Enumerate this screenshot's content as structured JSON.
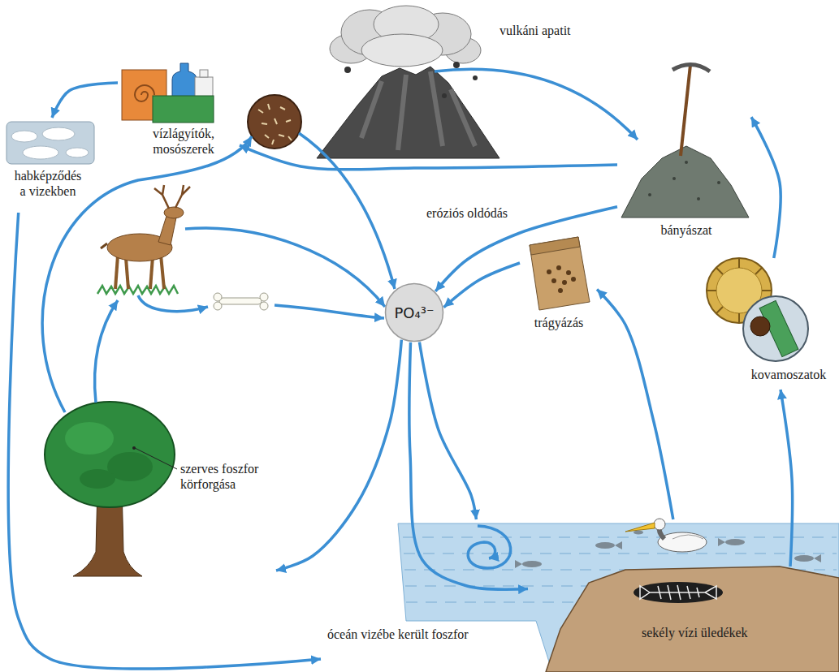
{
  "diagram": {
    "nodes": [
      {
        "text": [
          "vízlágyítók, mosószerek"
        ]
      },
      {
        "text": [
          "habképződés a vizekben"
        ]
      },
      {
        "text": [
          "bányászat"
        ]
      },
      {
        "text": [
          "PO₄³⁻"
        ]
      },
      {
        "text": [
          "trágyázás"
        ]
      },
      {
        "text": [
          "kovamoszatok"
        ]
      },
      {
        "text": [
          "szerves foszfor körforgása"
        ]
      },
      {
        "text": [
          "óceán vizébe került foszfor"
        ]
      },
      {
        "text": [
          "sekély vízi üledékek"
        ],
        "in": 7
      }
    ],
    "edges": [
      {
        "from": 2,
        "to": 0,
        "arrow": "to"
      },
      {
        "from": 0,
        "to": 1,
        "arrow": "to"
      },
      {
        "from": 1,
        "to": 7,
        "arrow": "to"
      },
      {
        "from": 2,
        "to": 3,
        "label": "eróziós oldódás",
        "arrow": "to"
      },
      {
        "from": 4,
        "to": 3,
        "arrow": "to"
      },
      {
        "from": 3,
        "to": 6,
        "arrow": "to"
      },
      {
        "from": 3,
        "to": 7,
        "arrow": "to"
      },
      {
        "from": 3,
        "to": 8,
        "arrow": "to"
      },
      {
        "from": 7,
        "to": 4,
        "arrow": "to"
      },
      {
        "from": 8,
        "to": 5,
        "arrow": "to"
      },
      {
        "from": 5,
        "to": 2,
        "arrow": "to"
      }
    ],
    "labels": [
      "vulkáni apatit"
    ]
  }
}
